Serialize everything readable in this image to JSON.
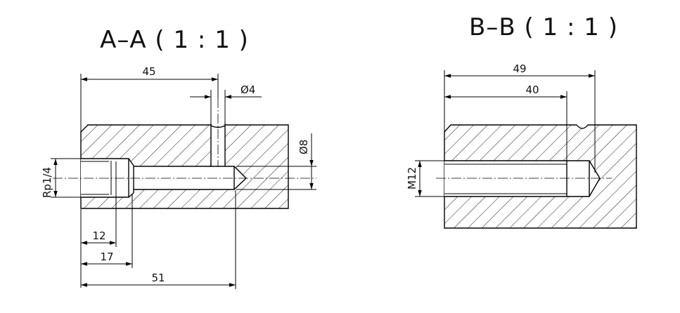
{
  "views": [
    {
      "id": "view-a",
      "title": "A–A ( 1 : 1 )"
    },
    {
      "id": "view-b",
      "title": "B–B ( 1 : 1 )"
    }
  ],
  "dimensions": {
    "a_length_45": "45",
    "a_dia_4": "Ø4",
    "a_dia_8": "Ø8",
    "a_thread": "Rp1/4",
    "a_depth_12": "12",
    "a_depth_17": "17",
    "a_depth_51": "51",
    "b_length_49": "49",
    "b_length_40": "40",
    "b_thread": "M12"
  }
}
